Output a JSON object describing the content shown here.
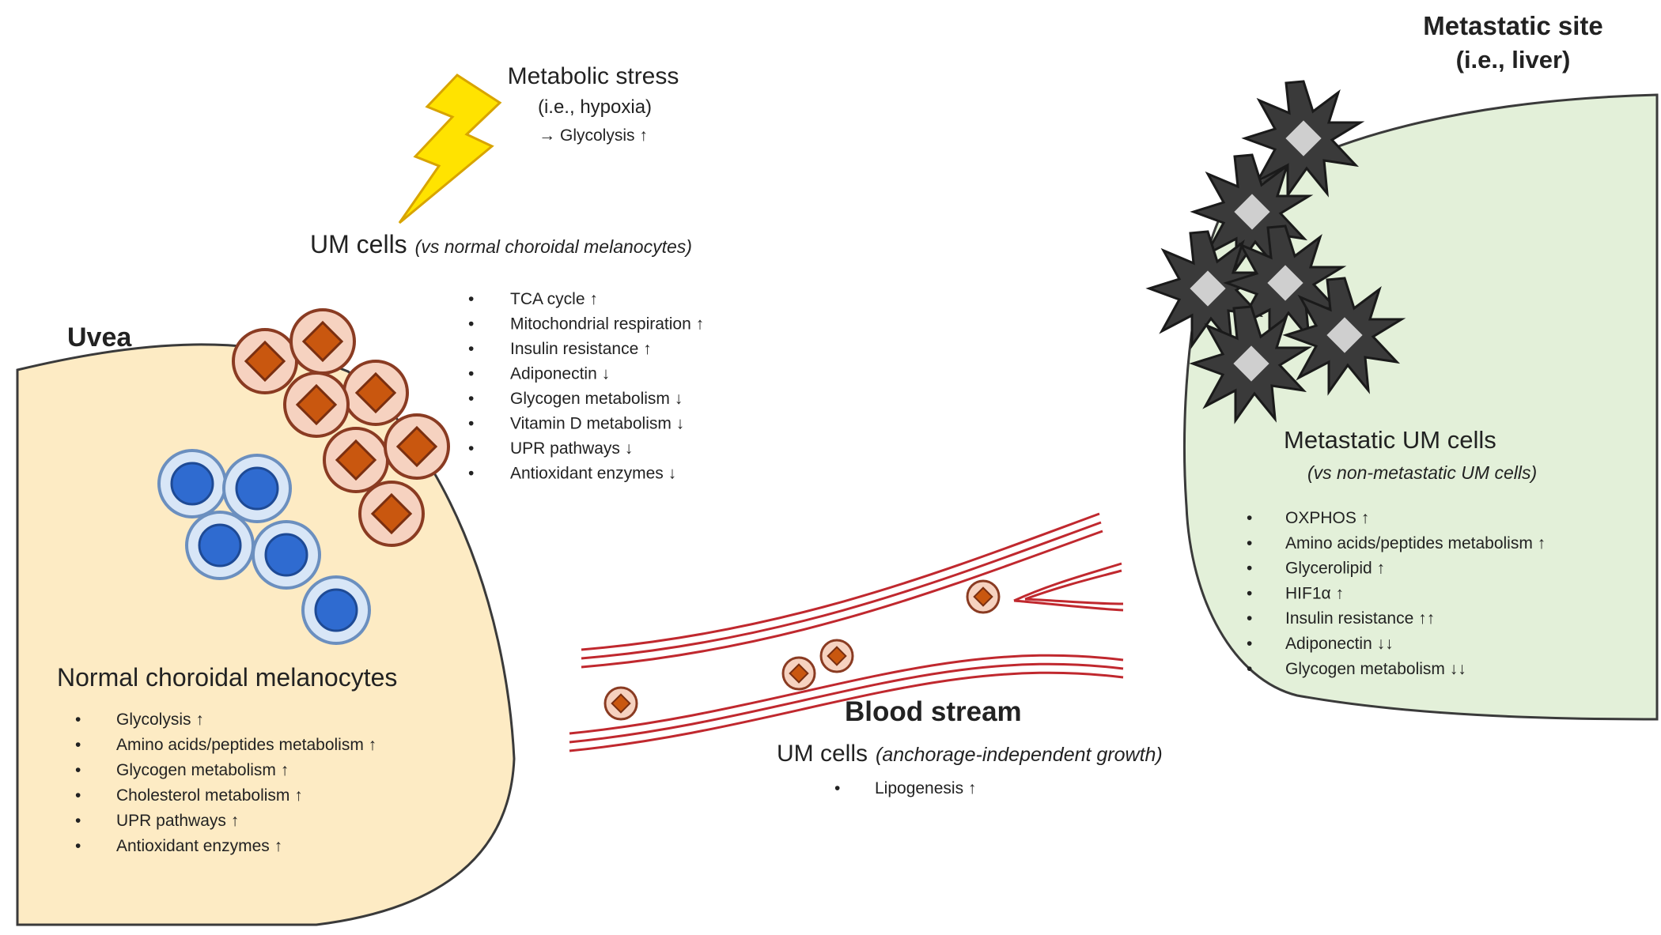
{
  "stress": {
    "title": "Metabolic stress",
    "subtitle": "(i.e., hypoxia)",
    "effect": "→ Glycolysis ↑"
  },
  "um_cells_primary": {
    "label": "UM cells",
    "qualifier": "(vs normal choroidal melanocytes)",
    "items": [
      "TCA cycle ↑",
      "Mitochondrial respiration ↑",
      "Insulin resistance ↑",
      "Adiponectin ↓",
      "Glycogen metabolism ↓",
      "Vitamin D metabolism ↓",
      "UPR pathways ↓",
      "Antioxidant enzymes ↓"
    ]
  },
  "uvea": {
    "label": "Uvea",
    "normal_title": "Normal choroidal melanocytes",
    "items": [
      "Glycolysis ↑",
      "Amino acids/peptides metabolism ↑",
      "Glycogen metabolism ↑",
      "Cholesterol metabolism ↑",
      "UPR pathways ↑",
      "Antioxidant enzymes ↑"
    ]
  },
  "blood": {
    "title": "Blood stream",
    "label": "UM cells",
    "qualifier": "(anchorage-independent growth)",
    "items": [
      "Lipogenesis ↑"
    ]
  },
  "metastatic": {
    "site_title": "Metastatic site",
    "site_subtitle": "(i.e., liver)",
    "cells_title": "Metastatic UM cells",
    "qualifier": "(vs non-metastatic UM cells)",
    "items": [
      "OXPHOS ↑",
      "Amino acids/peptides metabolism ↑",
      "Glycerolipid ↑",
      "HIF1α ↑",
      "Insulin resistance ↑↑",
      "Adiponectin ↓↓",
      "Glycogen metabolism ↓↓"
    ]
  },
  "bullet": "•",
  "colors": {
    "uvea_fill": "#fdebc4",
    "liver_fill": "#e3f0d9",
    "um_cell_outer": "#f6d2c0",
    "um_cell_core": "#c9570f",
    "normal_cell_outer": "#d8e6f7",
    "normal_cell_core": "#2f6bd0",
    "vessel": "#c0282e",
    "metastatic_cell": "#3a3a3a",
    "lightning": "#ffe300"
  }
}
